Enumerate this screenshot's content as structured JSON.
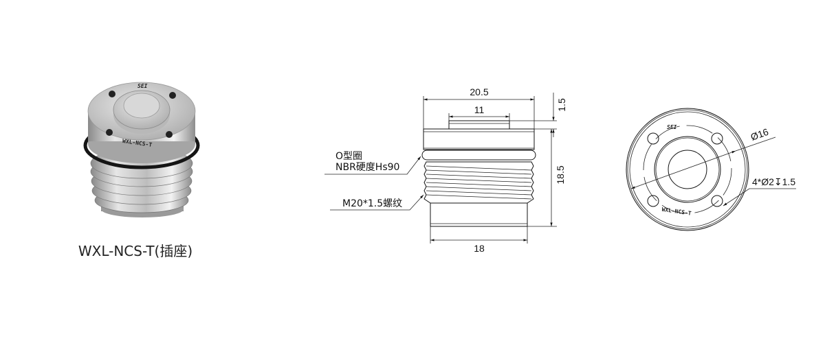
{
  "product": {
    "caption": "WXL-NCS-T(插座)",
    "engraving": "WXL-NCS-T",
    "logo_text": "SEI"
  },
  "side_view": {
    "dim_top_width": "20.5",
    "dim_boss_width": "11",
    "dim_boss_height": "1.5",
    "dim_height": "18.5",
    "dim_bottom_width": "18",
    "oring_label_1": "O型圈",
    "oring_label_2": "NBR硬度Hs90",
    "thread_label": "M20*1.5螺纹"
  },
  "front_view": {
    "dim_diameter": "Ø16",
    "hole_note": "4*Ø2↧1.5",
    "engraving": "WXL-NCS-T"
  },
  "colors": {
    "line": "#111111",
    "metal": "#c8c8c8",
    "oring": "#1a1a1a"
  }
}
